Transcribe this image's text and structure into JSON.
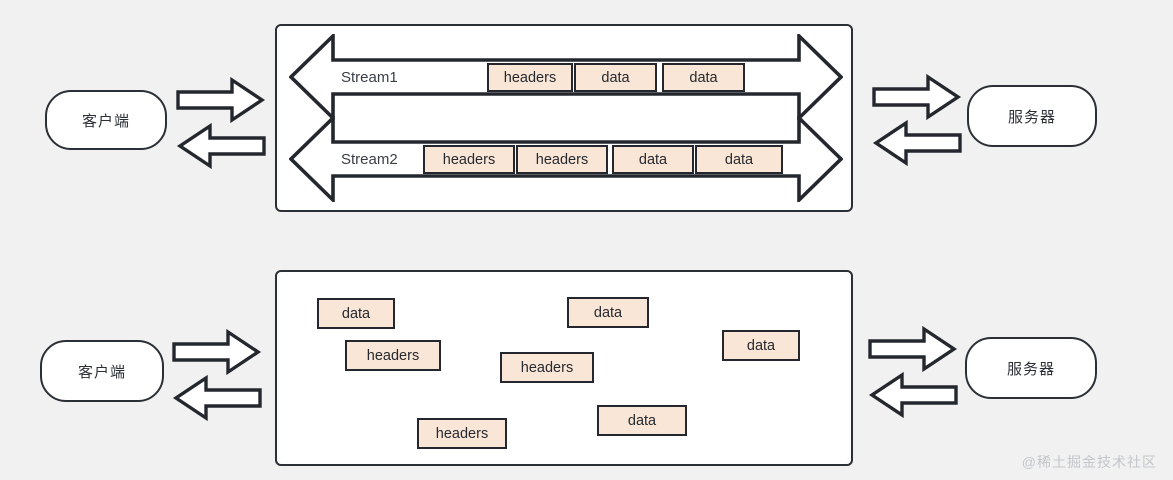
{
  "diagram": {
    "background_color": "#f1f1f1",
    "panel_fill": "#ffffff",
    "stroke_color": "#2b2f36",
    "chip_fill": "#fae6d6",
    "watermark": "@稀土掘金技术社区"
  },
  "endpoints": {
    "client_top": "客户端",
    "server_top": "服务器",
    "client_bottom": "客户端",
    "server_bottom": "服务器"
  },
  "multiplexed_panel": {
    "streams": [
      {
        "label": "Stream1",
        "frames": [
          "headers",
          "data",
          "data"
        ]
      },
      {
        "label": "Stream2",
        "frames": [
          "headers",
          "headers",
          "data",
          "data"
        ]
      }
    ]
  },
  "sequential_panel": {
    "frames": [
      "data",
      "data",
      "data",
      "headers",
      "headers",
      "headers",
      "data"
    ]
  }
}
